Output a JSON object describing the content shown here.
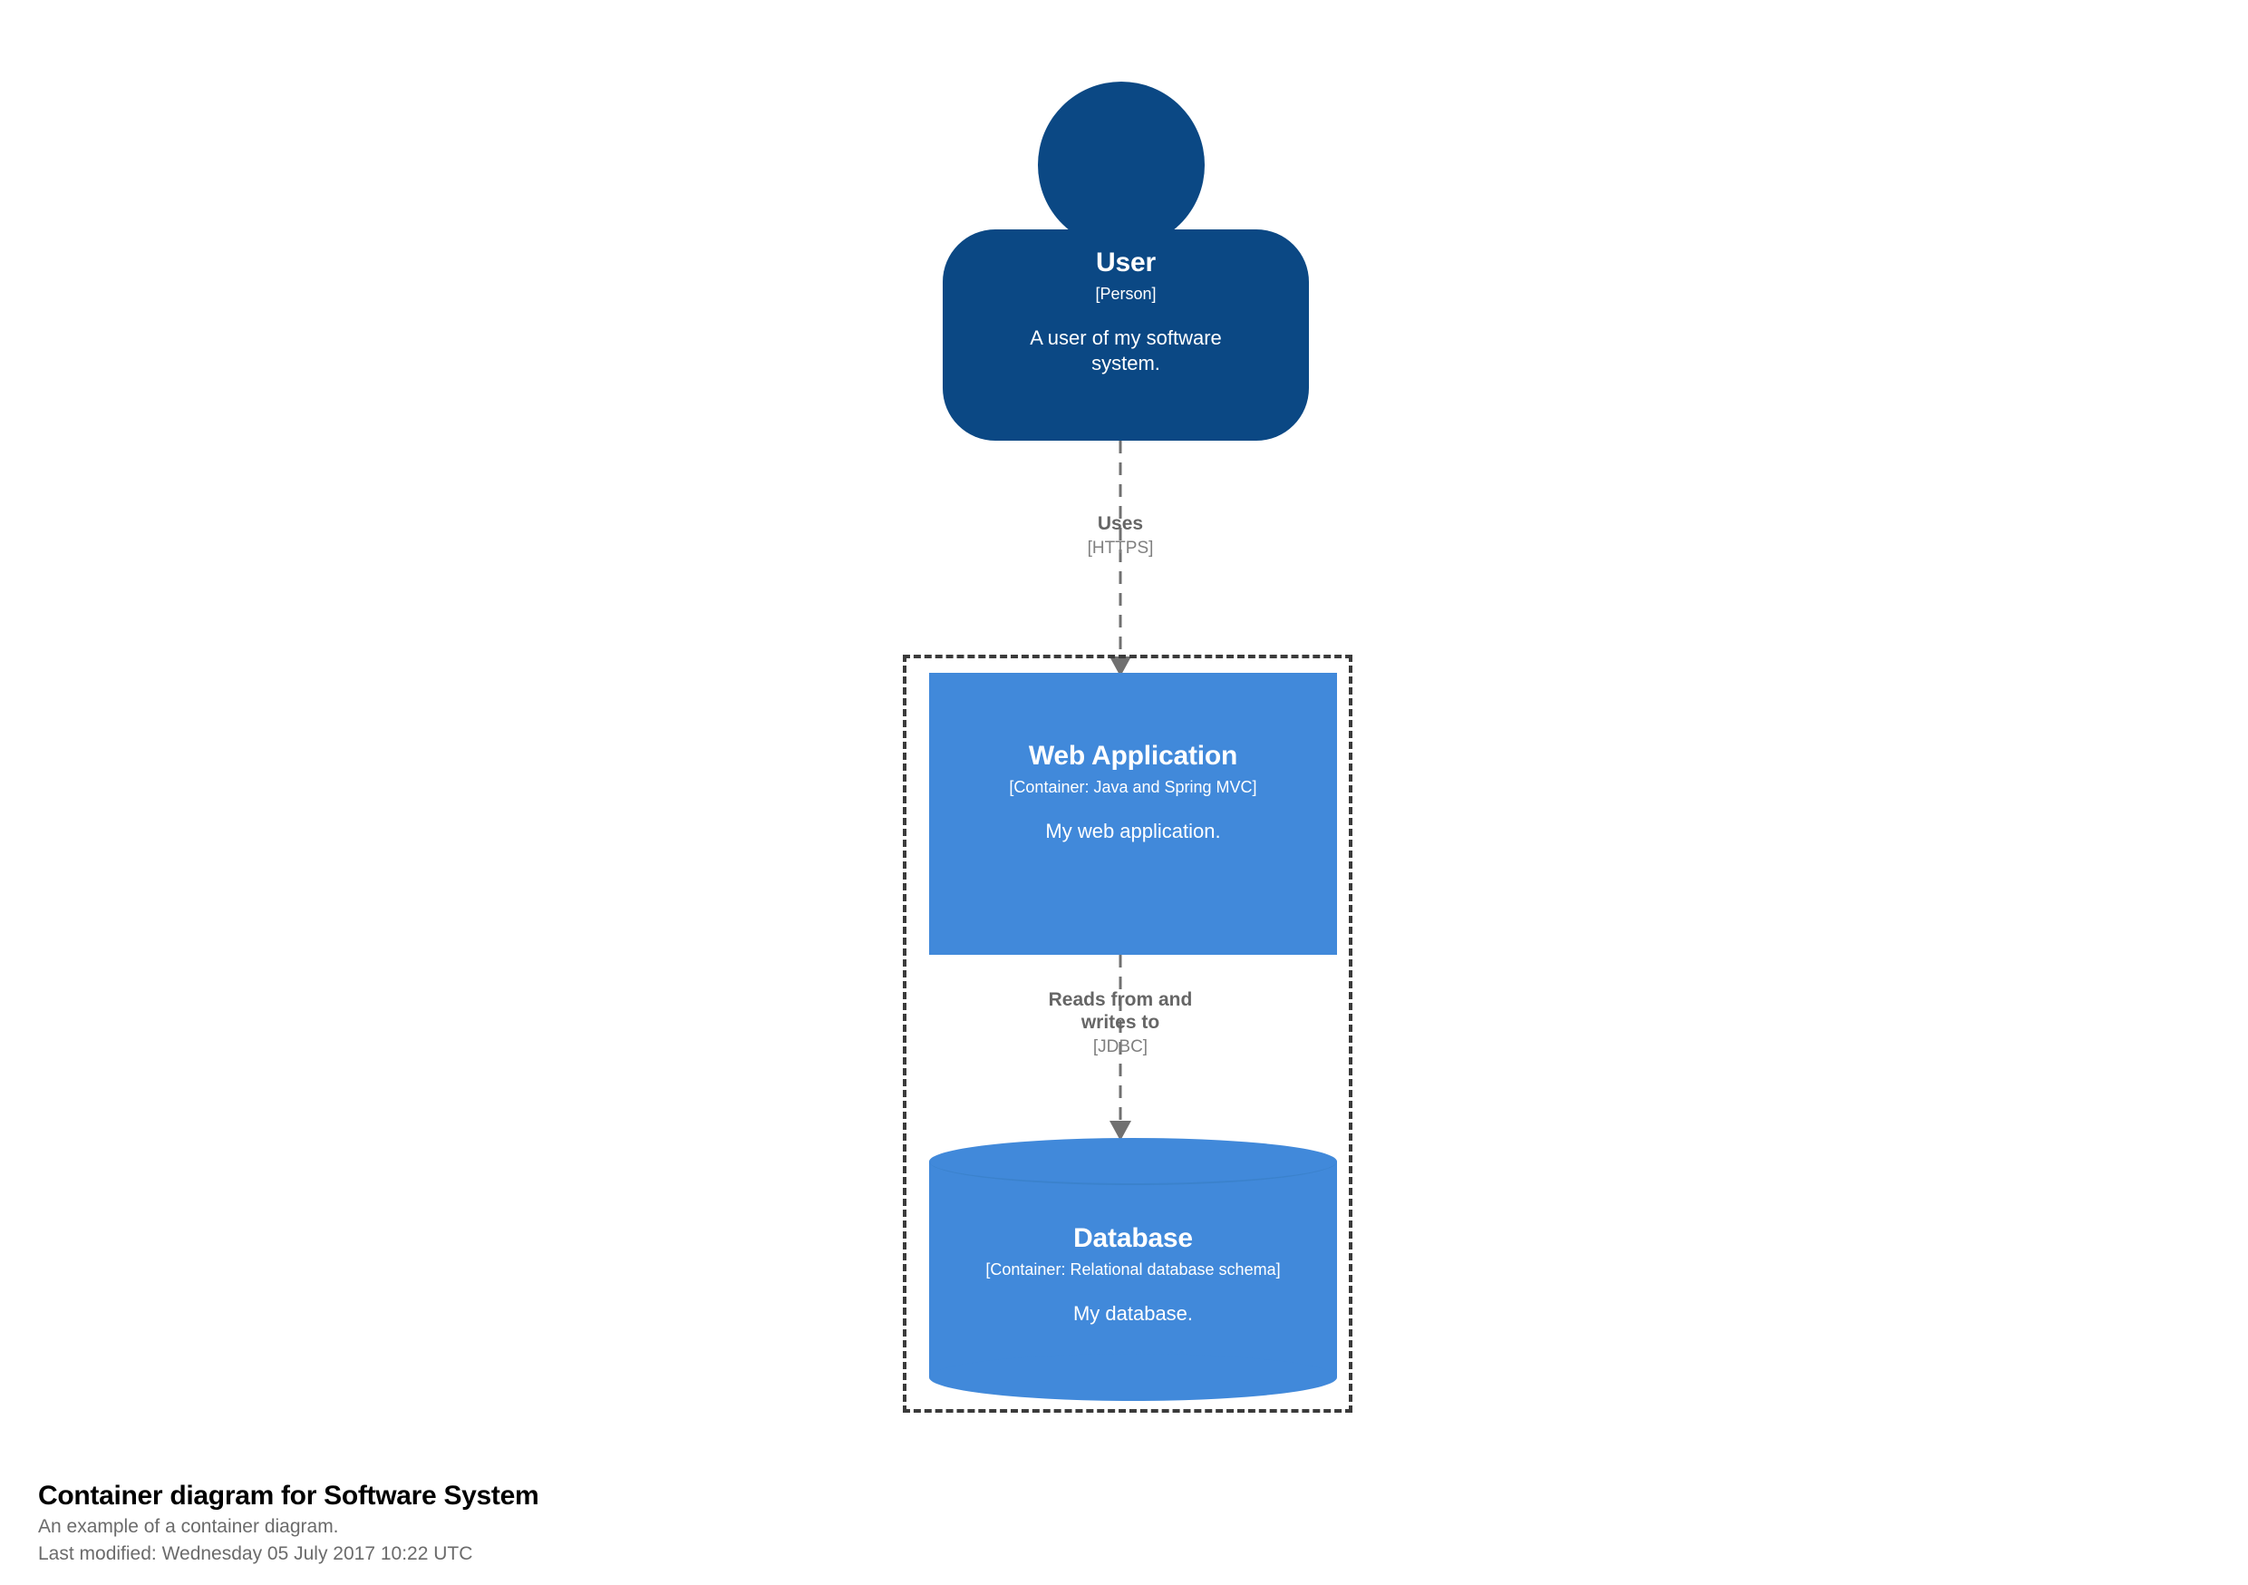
{
  "diagram": {
    "type": "c4-container-diagram",
    "background": "#ffffff",
    "palette": {
      "person_fill": "#0B4884",
      "container_fill": "#4189DA",
      "boundary_stroke": "#3b3b3b",
      "relationship_stroke": "#707070",
      "relationship_label": "#666666",
      "relationship_tech": "#808080",
      "node_text": "#ffffff",
      "caption_title": "#000000",
      "caption_body": "#6b6b6b"
    },
    "nodes": [
      {
        "id": "user",
        "shape": "person",
        "name": "User",
        "tech": "[Person]",
        "description": "A user of my software system."
      },
      {
        "id": "web-application",
        "shape": "box",
        "name": "Web Application",
        "tech": "[Container: Java and Spring MVC]",
        "description": "My web application."
      },
      {
        "id": "database",
        "shape": "cylinder",
        "name": "Database",
        "tech": "[Container: Relational database schema]",
        "description": "My database."
      }
    ],
    "boundary": {
      "id": "software-system-boundary",
      "style": "dashed",
      "label": ""
    },
    "relationships": [
      {
        "id": "user-uses-web-application",
        "source": "user",
        "target": "web-application",
        "description": "Uses",
        "technology": "[HTTPS]",
        "style": "dashed",
        "arrow": "filled-triangle"
      },
      {
        "id": "web-application-to-database",
        "source": "web-application",
        "target": "database",
        "description": "Reads from and\nwrites to",
        "technology": "[JDBC]",
        "style": "dashed",
        "arrow": "filled-triangle"
      }
    ]
  },
  "caption": {
    "title": "Container diagram for Software System",
    "subtitle": "An example of a container diagram.",
    "last_modified": "Last modified: Wednesday 05 July 2017 10:22 UTC"
  }
}
